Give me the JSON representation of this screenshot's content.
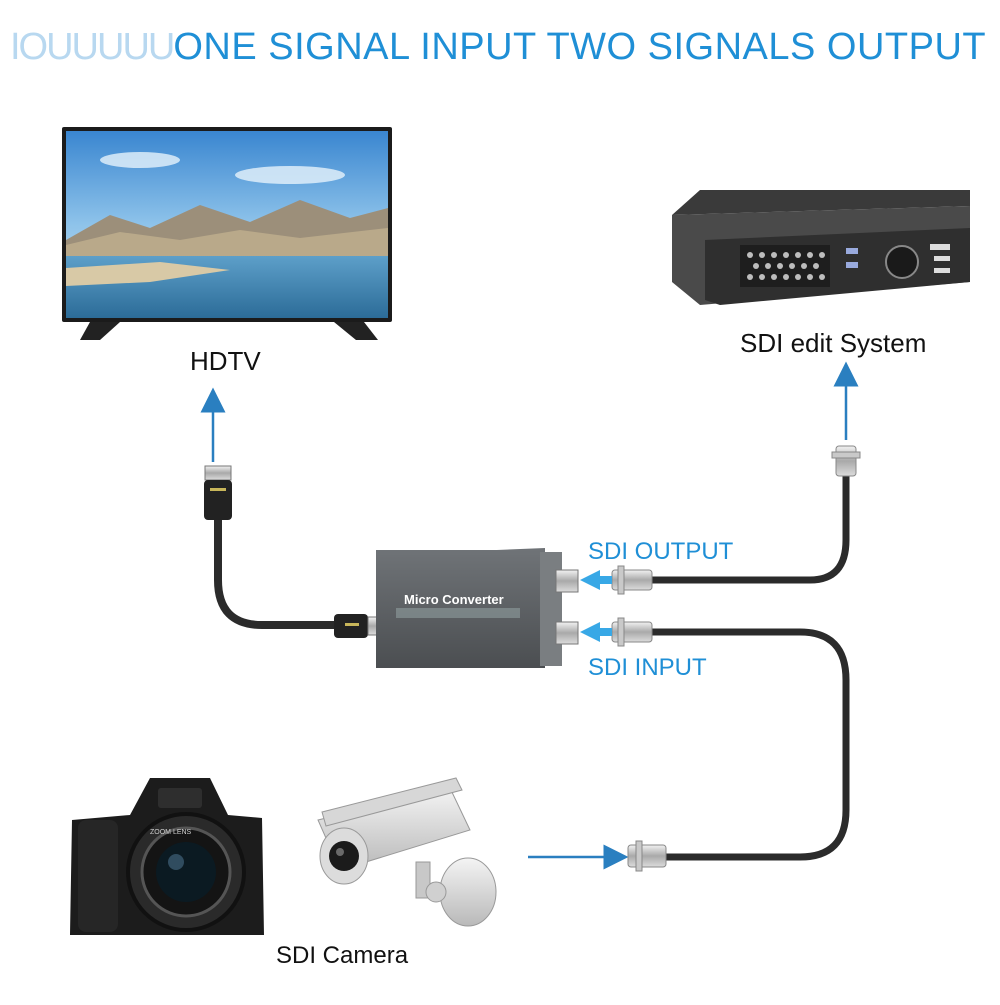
{
  "title": {
    "ghost": "IOUUUUU",
    "text": "ONE SIGNAL INPUT TWO SIGNALS OUTPUT"
  },
  "labels": {
    "hdtv": "HDTV",
    "sdi_edit_system": "SDI edit System",
    "sdi_output": "SDI OUTPUT",
    "sdi_input": "SDI INPUT",
    "sdi_camera": "SDI Camera",
    "converter": "Micro Converter",
    "camera_lens": "ZOOM LENS"
  },
  "colors": {
    "accent": "#1f8fd6",
    "arrow": "#2a7fc0",
    "cable": "#2b2b2b",
    "converter_body": "#5b5f62"
  }
}
